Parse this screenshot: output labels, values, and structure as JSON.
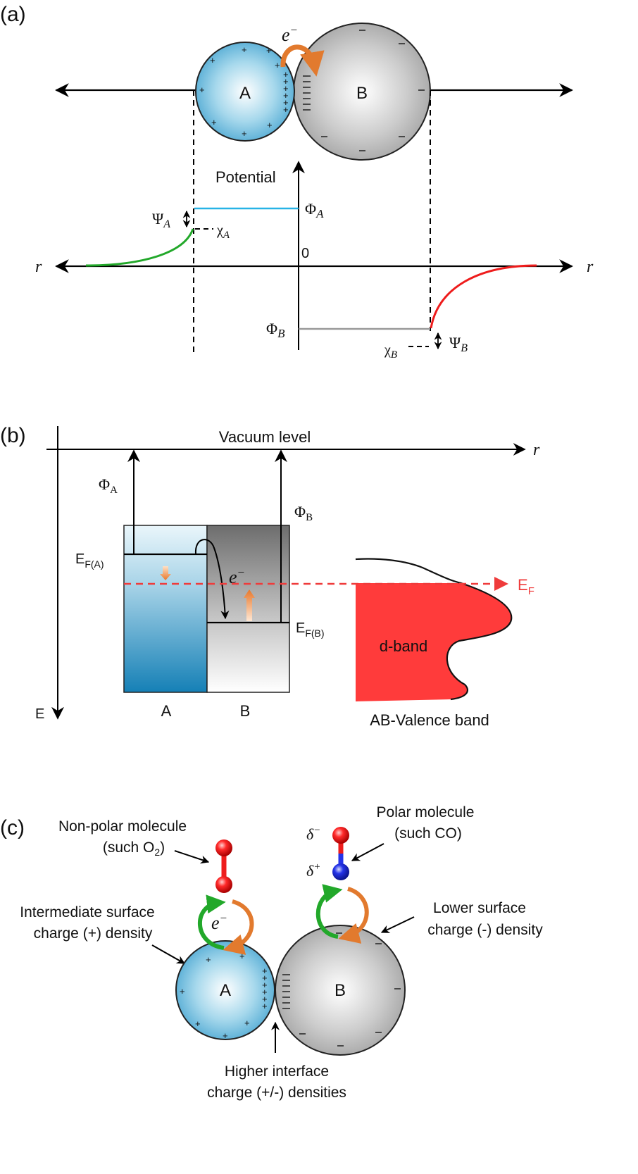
{
  "panel_a": {
    "tag": "(a)",
    "particle_a": "A",
    "particle_b": "B",
    "electron": "e",
    "electron_sup": "−",
    "potential_label": "Potential",
    "phi": "Φ",
    "sub_a": "A",
    "sub_b": "B",
    "psi": "Ψ",
    "chi": "χ",
    "zero": "0",
    "r_left": "r",
    "r_right": "r",
    "colors": {
      "particle_a_edge": "#2f7fb0",
      "green_curve": "#22a82a",
      "red_curve": "#ee1c1c",
      "blue_level": "#27b3e6",
      "grey_level": "#999999",
      "orange_arrow": "#e27a2e"
    }
  },
  "panel_b": {
    "tag": "(b)",
    "vacuum_level": "Vacuum level",
    "r_axis": "r",
    "e_axis": "E",
    "phi_a": "Φ",
    "phi_a_sub": "A",
    "phi_b": "Φ",
    "phi_b_sub": "B",
    "ef_a": "E",
    "ef_a_sub": "F(A)",
    "ef_b": "E",
    "ef_b_sub": "F(B)",
    "ef": "E",
    "ef_sub": "F",
    "electron": "e",
    "electron_sup": "−",
    "block_a": "A",
    "block_b": "B",
    "d_band": "d-band",
    "valence_band": "AB-Valence band",
    "colors": {
      "fermi": "#ef3b3b",
      "dband": "#ff3b3b",
      "block_a": "#1d85b8",
      "block_b_top": "#6b6b6b"
    }
  },
  "panel_c": {
    "tag": "(c)",
    "nonpolar_line1": "Non-polar molecule",
    "nonpolar_line2": "(such O",
    "nonpolar_sub": "2",
    "nonpolar_close": ")",
    "polar_line1": "Polar molecule",
    "polar_line2": "(such CO)",
    "delta": "δ",
    "delta_minus": "−",
    "delta_plus": "+",
    "intermediate_line1": "Intermediate surface",
    "intermediate_line2": "charge (+) density",
    "lower_line1": "Lower surface",
    "lower_line2": "charge (-) density",
    "higher_line1": "Higher interface",
    "higher_line2": "charge (+/-) densities",
    "particle_a": "A",
    "particle_b": "B",
    "electron": "e",
    "electron_sup": "−"
  }
}
